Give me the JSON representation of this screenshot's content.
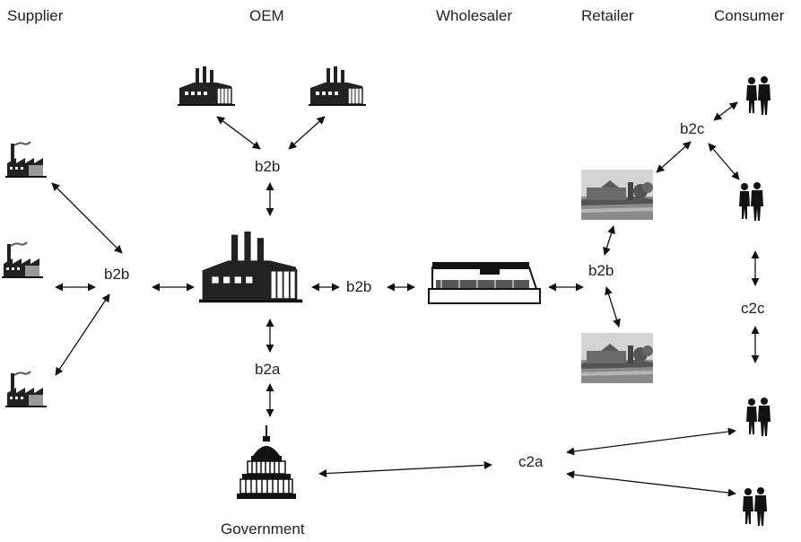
{
  "columns": {
    "supplier": "Supplier",
    "oem": "OEM",
    "wholesaler": "Wholesaler",
    "retailer": "Retailer",
    "consumer": "Consumer"
  },
  "government": "Government",
  "connectors": {
    "b2b_supplier": "b2b",
    "b2b_oem_top": "b2b",
    "b2b_oem_wholesaler": "b2b",
    "b2b_retail": "b2b",
    "b2a": "b2a",
    "b2c": "b2c",
    "c2c": "c2c",
    "c2a": "c2a"
  },
  "colors": {
    "ink": "#111111",
    "photo_sky": "#cfcfcf",
    "photo_ground": "#8a8a8a"
  },
  "icons": {
    "supplier": "small-factory-icon",
    "oem_top": "factory-icon",
    "oem_main": "large-factory-icon",
    "wholesaler": "warehouse-icon",
    "retailer": "store-photo",
    "consumer": "people-couple-icon",
    "government": "capitol-dome-icon"
  }
}
